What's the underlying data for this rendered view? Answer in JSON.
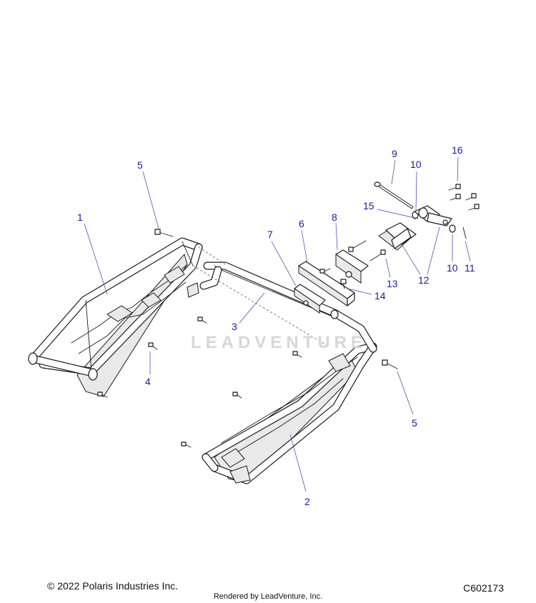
{
  "callouts": [
    {
      "id": "c1",
      "label": "1"
    },
    {
      "id": "c2",
      "label": "2"
    },
    {
      "id": "c3",
      "label": "3"
    },
    {
      "id": "c4",
      "label": "4"
    },
    {
      "id": "c5a",
      "label": "5"
    },
    {
      "id": "c5b",
      "label": "5"
    },
    {
      "id": "c6",
      "label": "6"
    },
    {
      "id": "c7",
      "label": "7"
    },
    {
      "id": "c8",
      "label": "8"
    },
    {
      "id": "c9",
      "label": "9"
    },
    {
      "id": "c10a",
      "label": "10"
    },
    {
      "id": "c10b",
      "label": "10"
    },
    {
      "id": "c11",
      "label": "11"
    },
    {
      "id": "c12",
      "label": "12"
    },
    {
      "id": "c13",
      "label": "13"
    },
    {
      "id": "c14",
      "label": "14"
    },
    {
      "id": "c15",
      "label": "15"
    },
    {
      "id": "c16",
      "label": "16"
    }
  ],
  "watermark": "LEADVENTURE",
  "footer": {
    "copyright": "© 2022 Polaris Industries Inc.",
    "diagram_id": "C602173",
    "rendered_by": "Rendered by LeadVenture, Inc."
  },
  "colors": {
    "callout_text": "#1a1aa6",
    "line_art": "#1b1b1b",
    "watermark": "#d7d7d7"
  }
}
